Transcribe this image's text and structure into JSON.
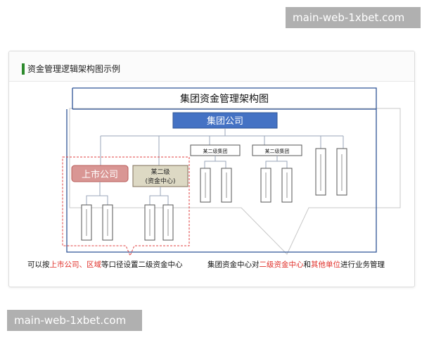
{
  "watermark": {
    "text": "main-web-1xbet.com"
  },
  "card": {
    "title": "资金管理逻辑架构图示例"
  },
  "diagram": {
    "main_title": "集团资金管理架构图",
    "group_company": "集团公司",
    "listed_company": "上市公司",
    "secondary_center_line1": "某二级",
    "secondary_center_line2": "(资金中心)",
    "secondary_group_1": "某二级集团",
    "secondary_group_2": "某二级集团",
    "left_captions": {
      "p1": "可以按",
      "p2": "上市公司、区域",
      "p3": "等口径设置二级资金中心"
    },
    "right_captions": {
      "p1": "集团资金中心对",
      "p2": "二级资金中心",
      "p3": "和",
      "p4": "其他单位",
      "p5": "进行业务管理"
    },
    "colors": {
      "frame_blue": "#2f5596",
      "group_fill": "#4472c4",
      "listed_fill": "#d99694",
      "center_fill": "#ddd9c4",
      "gray_line": "#b7b7b7",
      "red_dash": "#e04040",
      "accent_red": "#e0302a"
    }
  }
}
